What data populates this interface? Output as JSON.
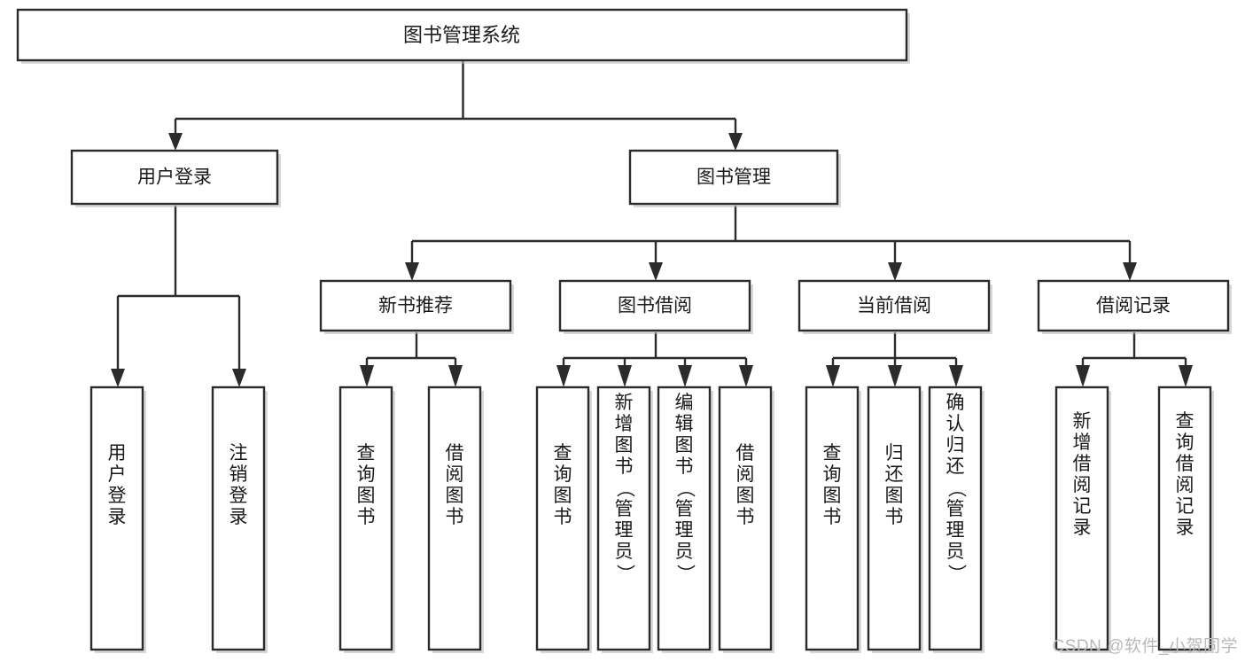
{
  "diagram": {
    "type": "tree",
    "title": "图书管理系统",
    "orientation": "top-down",
    "watermark": "CSDN @软件_小贺同学",
    "colors": {
      "box_stroke": "#2b2b2b",
      "box_fill": "#ffffff",
      "text": "#1a1a1a",
      "background": "#ffffff",
      "watermark": "#b9b9b9"
    },
    "root": {
      "label": "图书管理系统"
    },
    "level2": [
      {
        "label": "用户登录"
      },
      {
        "label": "图书管理"
      }
    ],
    "level3": [
      {
        "label": "新书推荐"
      },
      {
        "label": "图书借阅"
      },
      {
        "label": "当前借阅"
      },
      {
        "label": "借阅记录"
      }
    ],
    "leaves": {
      "user_login": [
        {
          "label": "用户登录",
          "chars": [
            "用",
            "户",
            "登",
            "录"
          ]
        },
        {
          "label": "注销登录",
          "chars": [
            "注",
            "销",
            "登",
            "录"
          ]
        }
      ],
      "new_book": [
        {
          "label": "查询图书",
          "chars": [
            "查",
            "询",
            "图",
            "书"
          ]
        },
        {
          "label": "借阅图书",
          "chars": [
            "借",
            "阅",
            "图",
            "书"
          ]
        }
      ],
      "borrow_book": [
        {
          "label": "查询图书",
          "chars": [
            "查",
            "询",
            "图",
            "书"
          ]
        },
        {
          "label": "新增图书（管理员）",
          "chars": [
            "新",
            "增",
            "图",
            "书",
            "（",
            "管",
            "理",
            "员",
            "）"
          ]
        },
        {
          "label": "编辑图书（管理员）",
          "chars": [
            "编",
            "辑",
            "图",
            "书",
            "（",
            "管",
            "理",
            "员",
            "）"
          ]
        },
        {
          "label": "借阅图书",
          "chars": [
            "借",
            "阅",
            "图",
            "书"
          ]
        }
      ],
      "current_borrow": [
        {
          "label": "查询图书",
          "chars": [
            "查",
            "询",
            "图",
            "书"
          ]
        },
        {
          "label": "归还图书",
          "chars": [
            "归",
            "还",
            "图",
            "书"
          ]
        },
        {
          "label": "确认归还（管理员）",
          "chars": [
            "确",
            "认",
            "归",
            "还",
            "（",
            "管",
            "理",
            "员",
            "）"
          ]
        }
      ],
      "borrow_record": [
        {
          "label": "新增借阅记录",
          "chars": [
            "新",
            "增",
            "借",
            "阅",
            "记",
            "录"
          ]
        },
        {
          "label": "查询借阅记录",
          "chars": [
            "查",
            "询",
            "借",
            "阅",
            "记",
            "录"
          ]
        }
      ]
    }
  }
}
